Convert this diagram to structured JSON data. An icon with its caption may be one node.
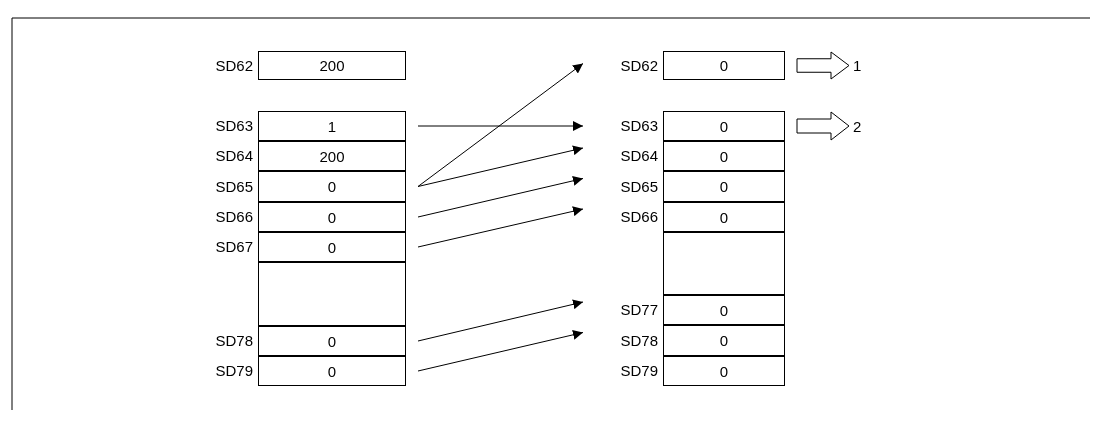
{
  "diagram": {
    "nodes": [
      {
        "text": [
          "200"
        ],
        "beside": [
          "SD62"
        ]
      },
      {
        "text": [
          "1"
        ],
        "beside": [
          "SD63"
        ]
      },
      {
        "text": [
          "200"
        ],
        "beside": [
          "SD64"
        ]
      },
      {
        "text": [
          "0"
        ],
        "beside": [
          "SD65"
        ]
      },
      {
        "text": [
          "0"
        ],
        "beside": [
          "SD66"
        ]
      },
      {
        "text": [
          "0"
        ],
        "beside": [
          "SD67"
        ]
      },
      {
        "text": [],
        "shape": "box"
      },
      {
        "text": [
          "0"
        ],
        "beside": [
          "SD78"
        ]
      },
      {
        "text": [
          "0"
        ],
        "beside": [
          "SD79"
        ]
      },
      {
        "text": [
          "0"
        ],
        "beside": [
          "SD62"
        ]
      },
      {
        "text": [
          "0"
        ],
        "beside": [
          "SD63"
        ]
      },
      {
        "text": [
          "0"
        ],
        "beside": [
          "SD64"
        ]
      },
      {
        "text": [
          "0"
        ],
        "beside": [
          "SD65"
        ]
      },
      {
        "text": [
          "0"
        ],
        "beside": [
          "SD66"
        ]
      },
      {
        "text": [],
        "shape": "box"
      },
      {
        "text": [
          "0"
        ],
        "beside": [
          "SD77"
        ]
      },
      {
        "text": [
          "0"
        ],
        "beside": [
          "SD78"
        ]
      },
      {
        "text": [
          "0"
        ],
        "beside": [
          "SD79"
        ]
      },
      {
        "text": [
          "1"
        ]
      },
      {
        "text": [
          "2"
        ]
      }
    ],
    "edges": [
      {
        "from": 1,
        "to": 10,
        "arrow": "to"
      },
      {
        "from": 3,
        "to": 9,
        "arrow": "to"
      },
      {
        "from": 3,
        "to": 11,
        "arrow": "to"
      },
      {
        "from": 4,
        "to": 12,
        "arrow": "to"
      },
      {
        "from": 5,
        "to": 13,
        "arrow": "to"
      },
      {
        "from": 7,
        "to": 15,
        "arrow": "to"
      },
      {
        "from": 8,
        "to": 16,
        "arrow": "to"
      },
      {
        "from": 9,
        "to": 18,
        "arrow": "to",
        "style": "thick"
      },
      {
        "from": 10,
        "to": 19,
        "arrow": "to",
        "style": "thick"
      }
    ]
  }
}
